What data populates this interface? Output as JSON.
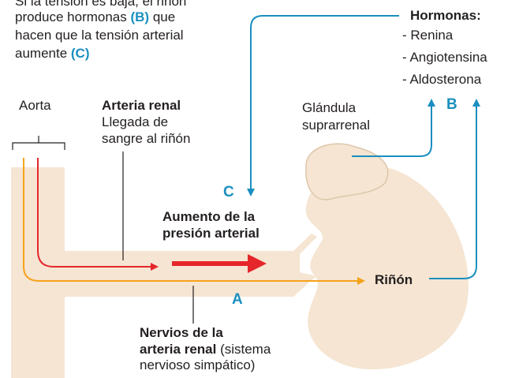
{
  "intro": {
    "line1": "Si la tensión es baja, el riñón",
    "line2_pre": "produce hormonas ",
    "line2_ref": "(B)",
    "line2_post": " que",
    "line3": "hacen que la tensión arterial",
    "line4_pre": "aumente ",
    "line4_ref": "(C)"
  },
  "hormones": {
    "title": "Hormonas:",
    "items": [
      "- Renina",
      "- Angiotensina",
      "- Aldosterona"
    ]
  },
  "labels": {
    "aorta": "Aorta",
    "arteria_title": "Arteria renal",
    "arteria_line2": "Llegada de",
    "arteria_line3": "sangre al riñón",
    "gland_line1": "Glándula",
    "gland_line2": "suprarrenal",
    "pressure_line1": "Aumento de la",
    "pressure_line2": "presión arterial",
    "kidney": "Riñón",
    "nerves_line1": "Nervios de la",
    "nerves_line2_bold": "arteria renal",
    "nerves_line2_rest": " (sistema",
    "nerves_line3": "nervioso simpático)"
  },
  "letters": {
    "a": "A",
    "b": "B",
    "c": "C"
  },
  "colors": {
    "tissue": "#f5e5d2",
    "tissue_stroke": "#ddc6ab",
    "blue": "#1a8fc0",
    "red": "#e5262a",
    "orange": "#f7a21c",
    "text": "#231f20"
  }
}
